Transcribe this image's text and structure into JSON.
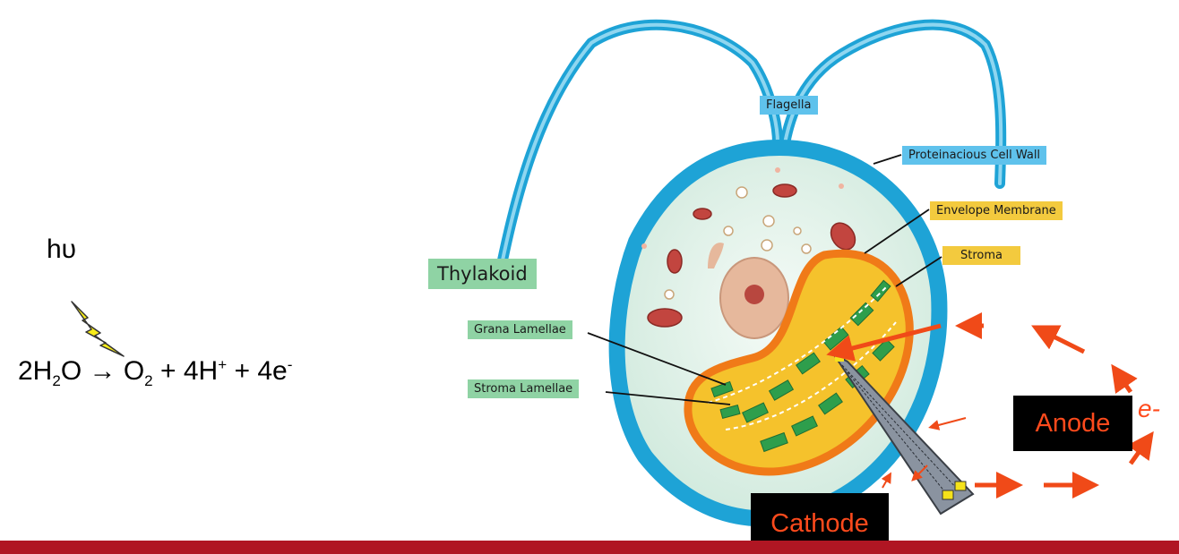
{
  "photon_label": "hυ",
  "equation": {
    "coef": "2H",
    "water_sub": "2",
    "water_end": "O ",
    "arrow": "→",
    "oxygen": " O",
    "oxygen_sub": "2",
    "plus_h": " + 4H",
    "h_sup": "+",
    "plus_e": " + 4e",
    "e_sup": "-"
  },
  "labels": {
    "thylakoid": "Thylakoid",
    "grana_lamellae": "Grana Lamellae",
    "stroma_lamellae": "Stroma Lamellae",
    "flagella": "Flagella",
    "cell_wall": "Proteinacious Cell Wall",
    "envelope_membrane": "Envelope Membrane",
    "stroma": "Stroma"
  },
  "circuit": {
    "anode": "Anode",
    "cathode": "Cathode",
    "electron": "e-"
  },
  "colors": {
    "cell_wall": "#1ea3d6",
    "cytoplasm": "#e4f2ea",
    "chloroplast": "#f5c22c",
    "envelope": "#f07a18",
    "thylakoid": "#2e9e4c",
    "electron_arrow": "#f04a18",
    "footer_bar": "#b01623"
  }
}
